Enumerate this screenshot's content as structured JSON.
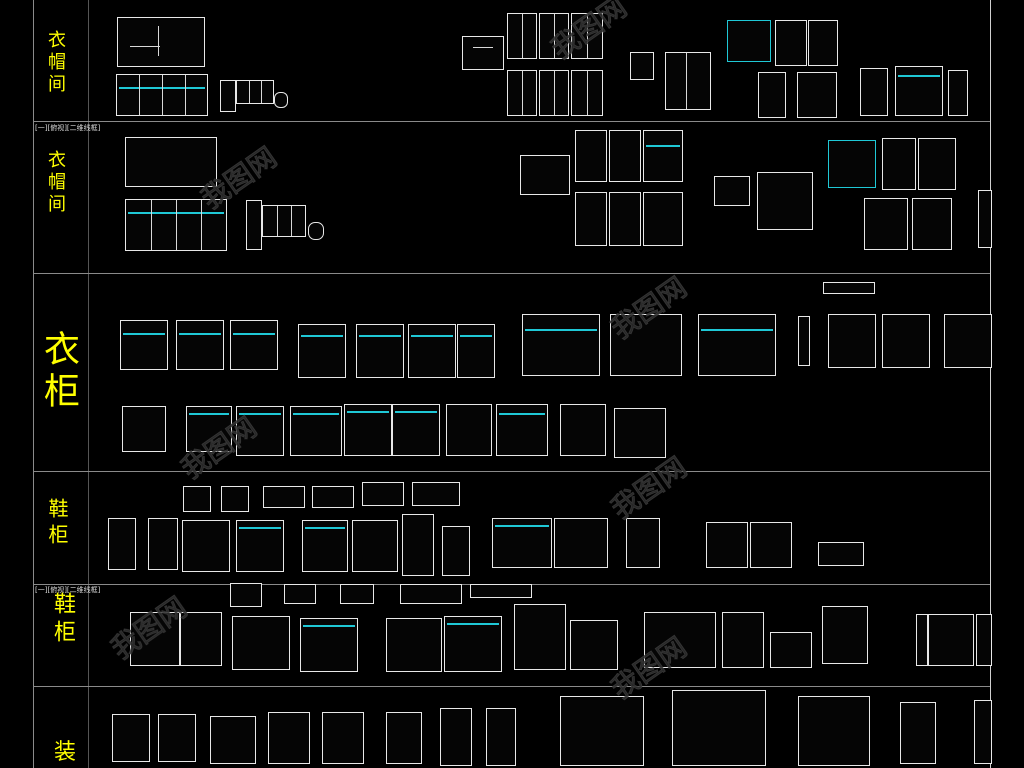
{
  "categories": [
    {
      "id": "wardrobe-room-1",
      "label": "衣帽间"
    },
    {
      "id": "wardrobe-room-2",
      "label": "衣帽间"
    },
    {
      "id": "wardrobe",
      "label": "衣柜"
    },
    {
      "id": "shoe-cabinet-1",
      "label": "鞋柜"
    },
    {
      "id": "shoe-cabinet-2",
      "label": "鞋柜"
    },
    {
      "id": "decor",
      "label": "装"
    }
  ],
  "tags": {
    "tag1": "[一][俯视][二维线框]",
    "tag2": "[一][俯视][二维线框]"
  },
  "colors": {
    "background": "#000000",
    "category_text": "#ffff00",
    "drawing_lines": "#e8e8e8",
    "accent_cyan": "#1fc8d6",
    "divider": "#8a8a8a"
  },
  "watermark_text": "我图网"
}
